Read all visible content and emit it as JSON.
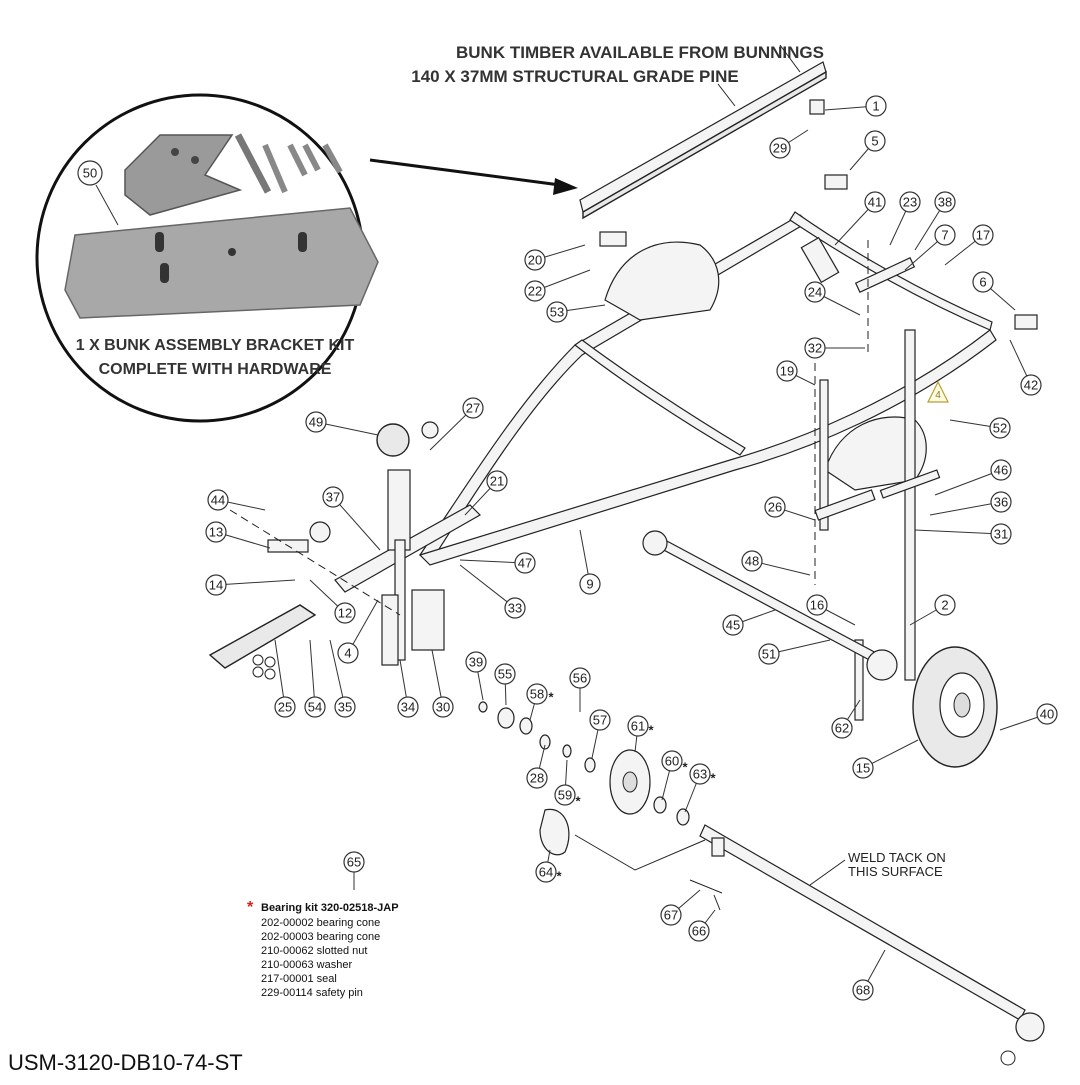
{
  "header": {
    "line1": "BUNK TIMBER AVAILABLE FROM BUNNINGS",
    "line2": "140 X 37MM STRUCTURAL GRADE PINE"
  },
  "inset": {
    "part_number": "50",
    "caption_line1": "1 X BUNK ASSEMBLY BRACKET KIT",
    "caption_line2": "COMPLETE WITH HARDWARE"
  },
  "callouts": [
    "1",
    "29",
    "5",
    "41",
    "23",
    "38",
    "7",
    "17",
    "6",
    "20",
    "22",
    "53",
    "24",
    "32",
    "42",
    "19",
    "4",
    "52",
    "49",
    "27",
    "46",
    "36",
    "31",
    "26",
    "44",
    "21",
    "13",
    "37",
    "47",
    "9",
    "48",
    "14",
    "12",
    "33",
    "16",
    "2",
    "45",
    "51",
    "39",
    "55",
    "56",
    "58",
    "57",
    "61",
    "62",
    "15",
    "40",
    "25",
    "54",
    "35",
    "34",
    "30",
    "28",
    "59",
    "60",
    "63",
    "64",
    "67",
    "66",
    "65",
    "68",
    "51"
  ],
  "starred": [
    "58",
    "61",
    "59",
    "60",
    "63",
    "64"
  ],
  "weld_note": {
    "line1": "WELD TACK ON",
    "line2": "THIS SURFACE"
  },
  "bearing_kit": {
    "title": "Bearing kit 320-02518-JAP",
    "items": [
      "202-00002 bearing cone",
      "202-00003 bearing cone",
      "210-00062 slotted nut",
      "210-00063 washer",
      "217-00001 seal",
      "229-00114 safety pin"
    ]
  },
  "model_number": "USM-3120-DB10-74-ST"
}
